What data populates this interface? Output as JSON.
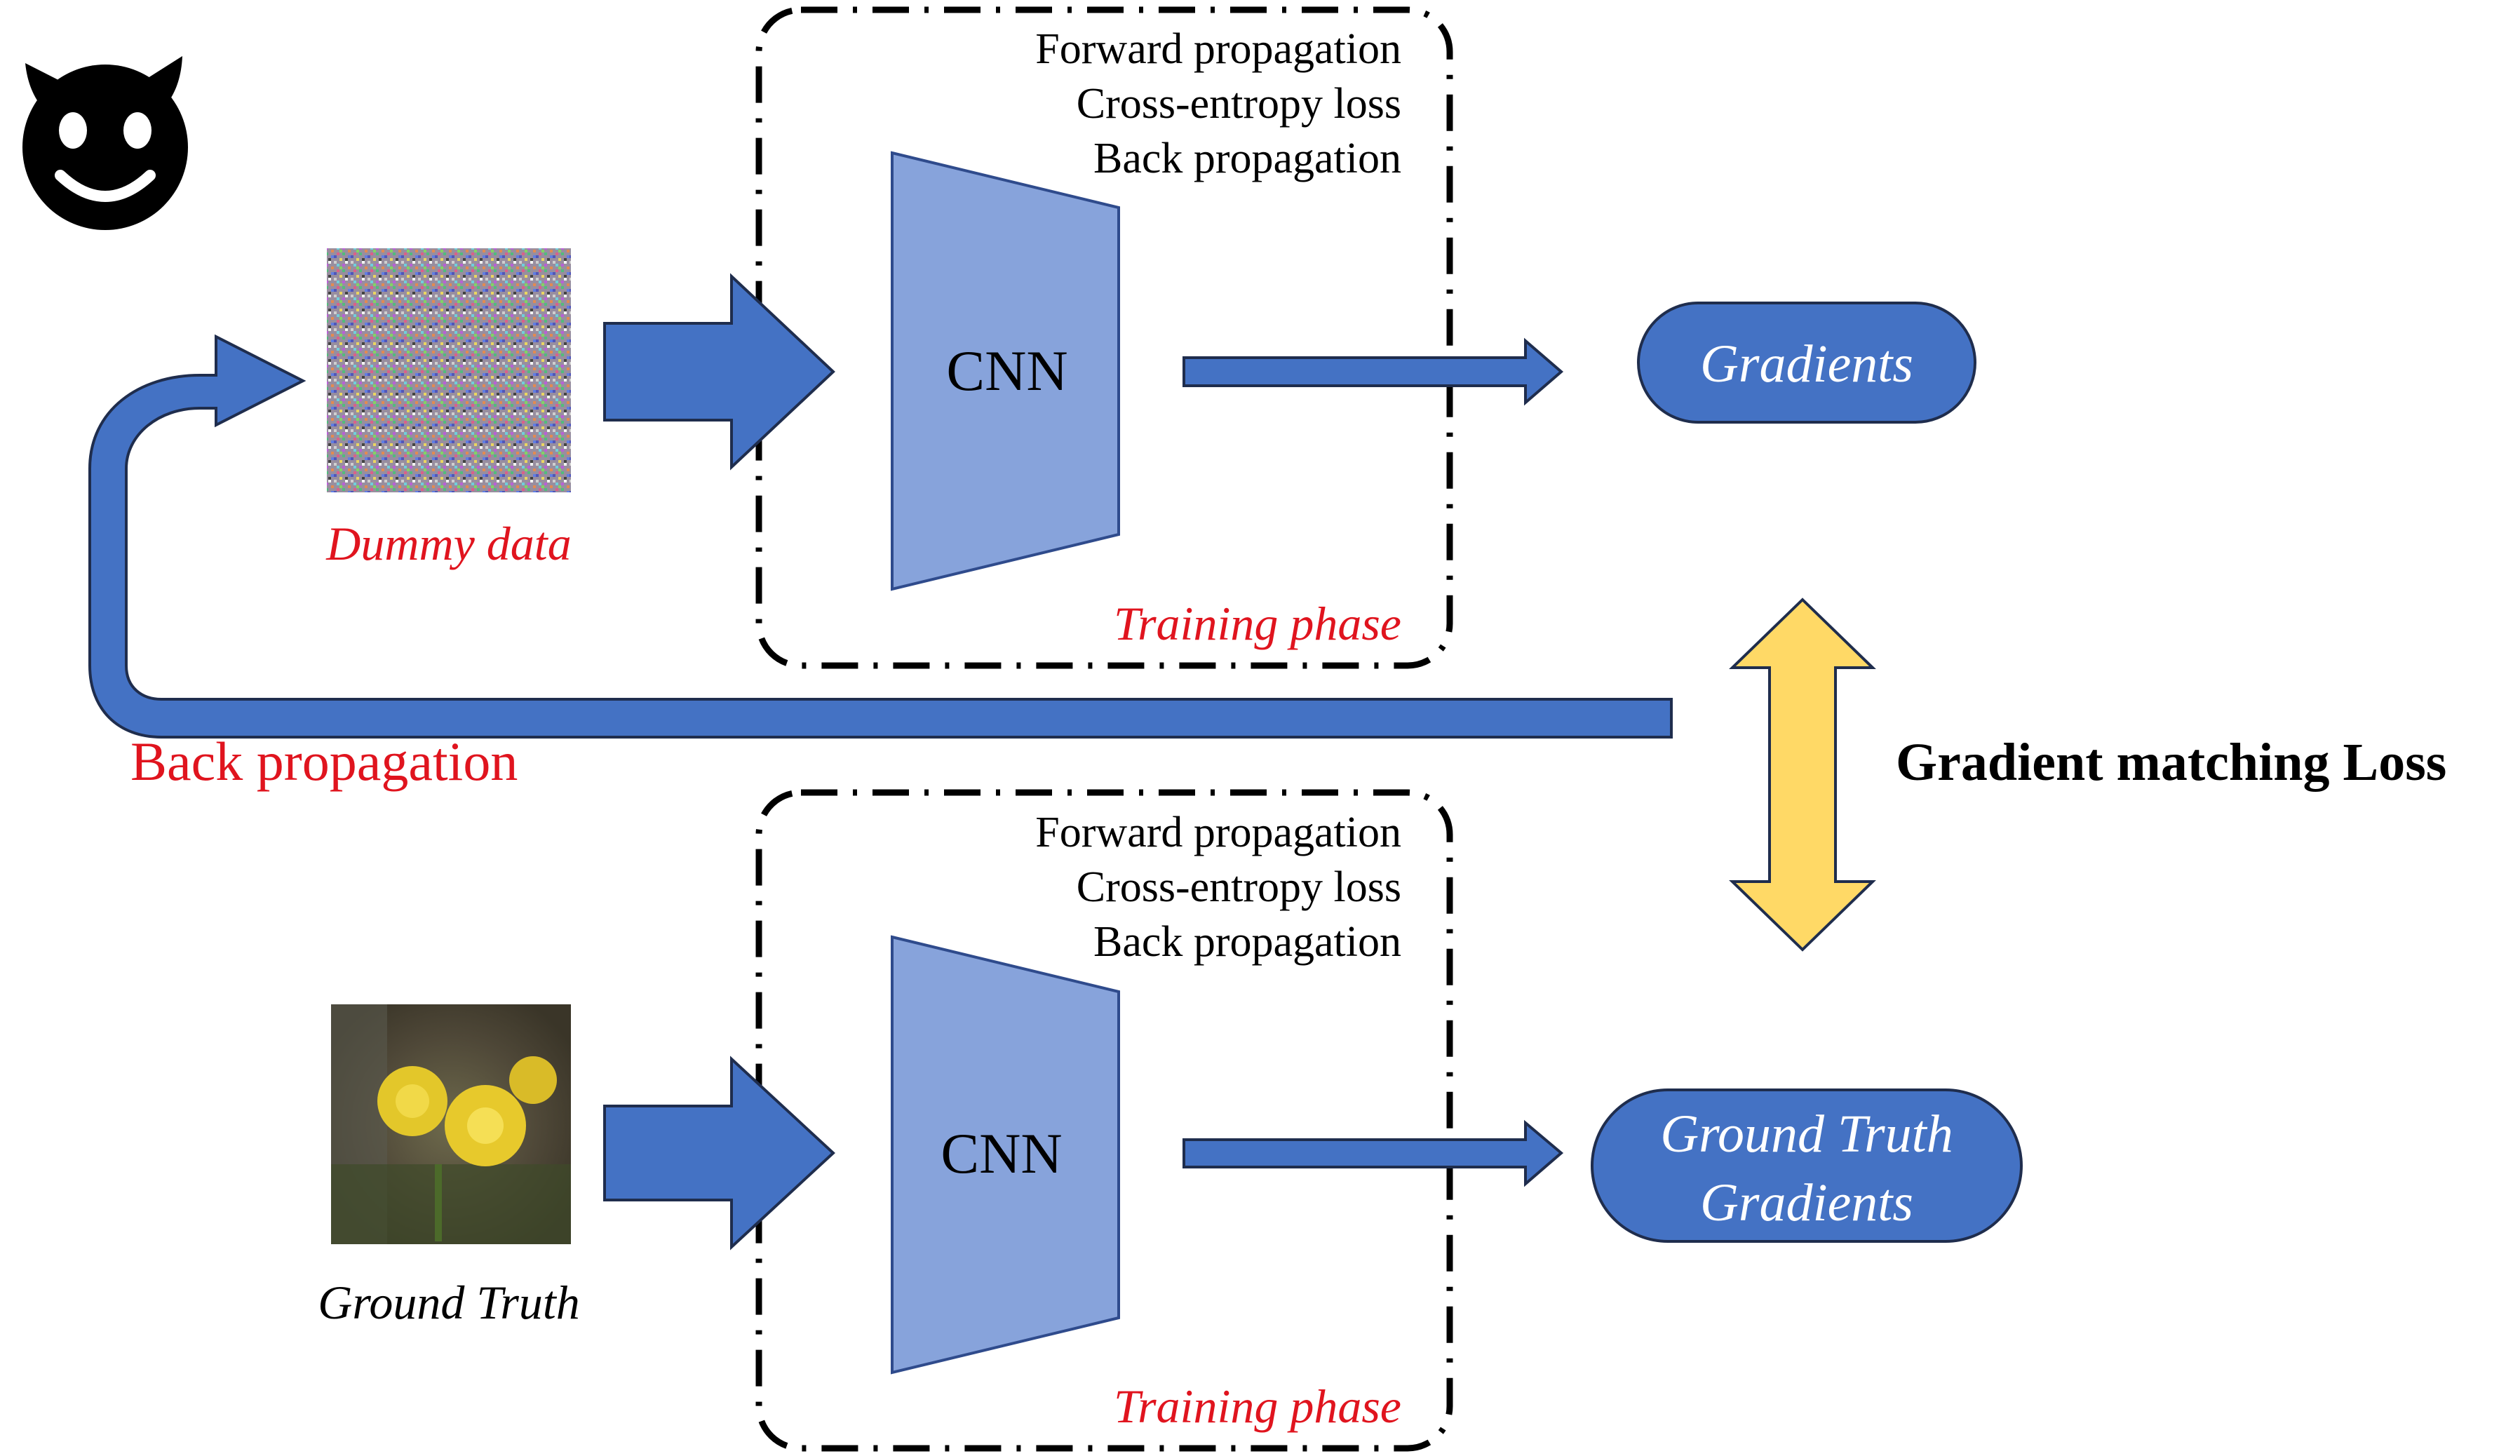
{
  "colors": {
    "arrow_blue": "#4472C4",
    "arrow_stroke": "#1F2D4D",
    "cnn_fill": "#87A3DB",
    "cnn_stroke": "#2F4B8C",
    "caption_red": "#E0141E",
    "loss_arrow": "#FFD966",
    "box_dash": "#000000"
  },
  "icons": {
    "attacker": "devil-face-icon",
    "dummy_image": "noise-image",
    "ground_truth_image": "daffodil-photo"
  },
  "top_branch": {
    "input_caption": "Dummy data",
    "training_box": {
      "steps": [
        "Forward propagation",
        "Cross-entropy loss",
        "Back propagation"
      ],
      "model_label": "CNN",
      "phase_label": "Training phase"
    },
    "output_label": "Gradients"
  },
  "bottom_branch": {
    "input_caption": "Ground Truth",
    "training_box": {
      "steps": [
        "Forward propagation",
        "Cross-entropy loss",
        "Back propagation"
      ],
      "model_label": "CNN",
      "phase_label": "Training phase"
    },
    "output_label_lines": [
      "Ground Truth",
      "Gradients"
    ]
  },
  "feedback_label": "Back propagation",
  "loss_label": "Gradient matching Loss"
}
